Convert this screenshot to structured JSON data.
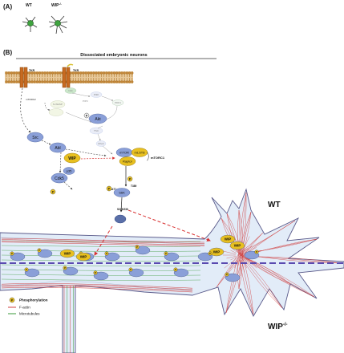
{
  "panel_a": {
    "label": "(A)",
    "wt_label": "WT",
    "ko_label": "WIP",
    "ko_sup": "-/-"
  },
  "panel_b": {
    "label": "(B)",
    "title": "Dissociated embryonic neurons",
    "tkr_left": "TKR",
    "tkr_right": "TKR",
    "mtorc2": "mTORC2",
    "mtorc1": "mTORC1",
    "nodes": {
      "akt": "Akt",
      "src": "Src",
      "abl": "Abl",
      "cdk5": "Cdk5",
      "p35": "p35",
      "wip": "WIP",
      "raptor": "Raptor",
      "mtor": "mTOR",
      "mlst8": "mLST8",
      "n_wasp": "N-WASP",
      "pi3k": "PI3K",
      "pip3": "PIP3",
      "pdk1": "PDK1",
      "tsc": "TSC",
      "rheb": "Rheb",
      "nck": "Nck",
      "s6k": "S6K"
    },
    "sites": {
      "t389": "T389",
      "s471": "S471",
      "s235": "S235/236"
    },
    "phospho": "P",
    "wt": "WT",
    "ko": "WIP",
    "ko_sup": "-/-",
    "legend": {
      "phospho": "Phosphorylation",
      "factin": "F-actin",
      "microtubules": "Microtubules"
    }
  },
  "colors": {
    "membrane": "#c98a3a",
    "factin": "#d04040",
    "microtubule": "#3a9a3a",
    "node": "#8a9fd8",
    "wip": "#e8c020",
    "divider": "#5a4ab0",
    "arrow": "#d83030"
  }
}
